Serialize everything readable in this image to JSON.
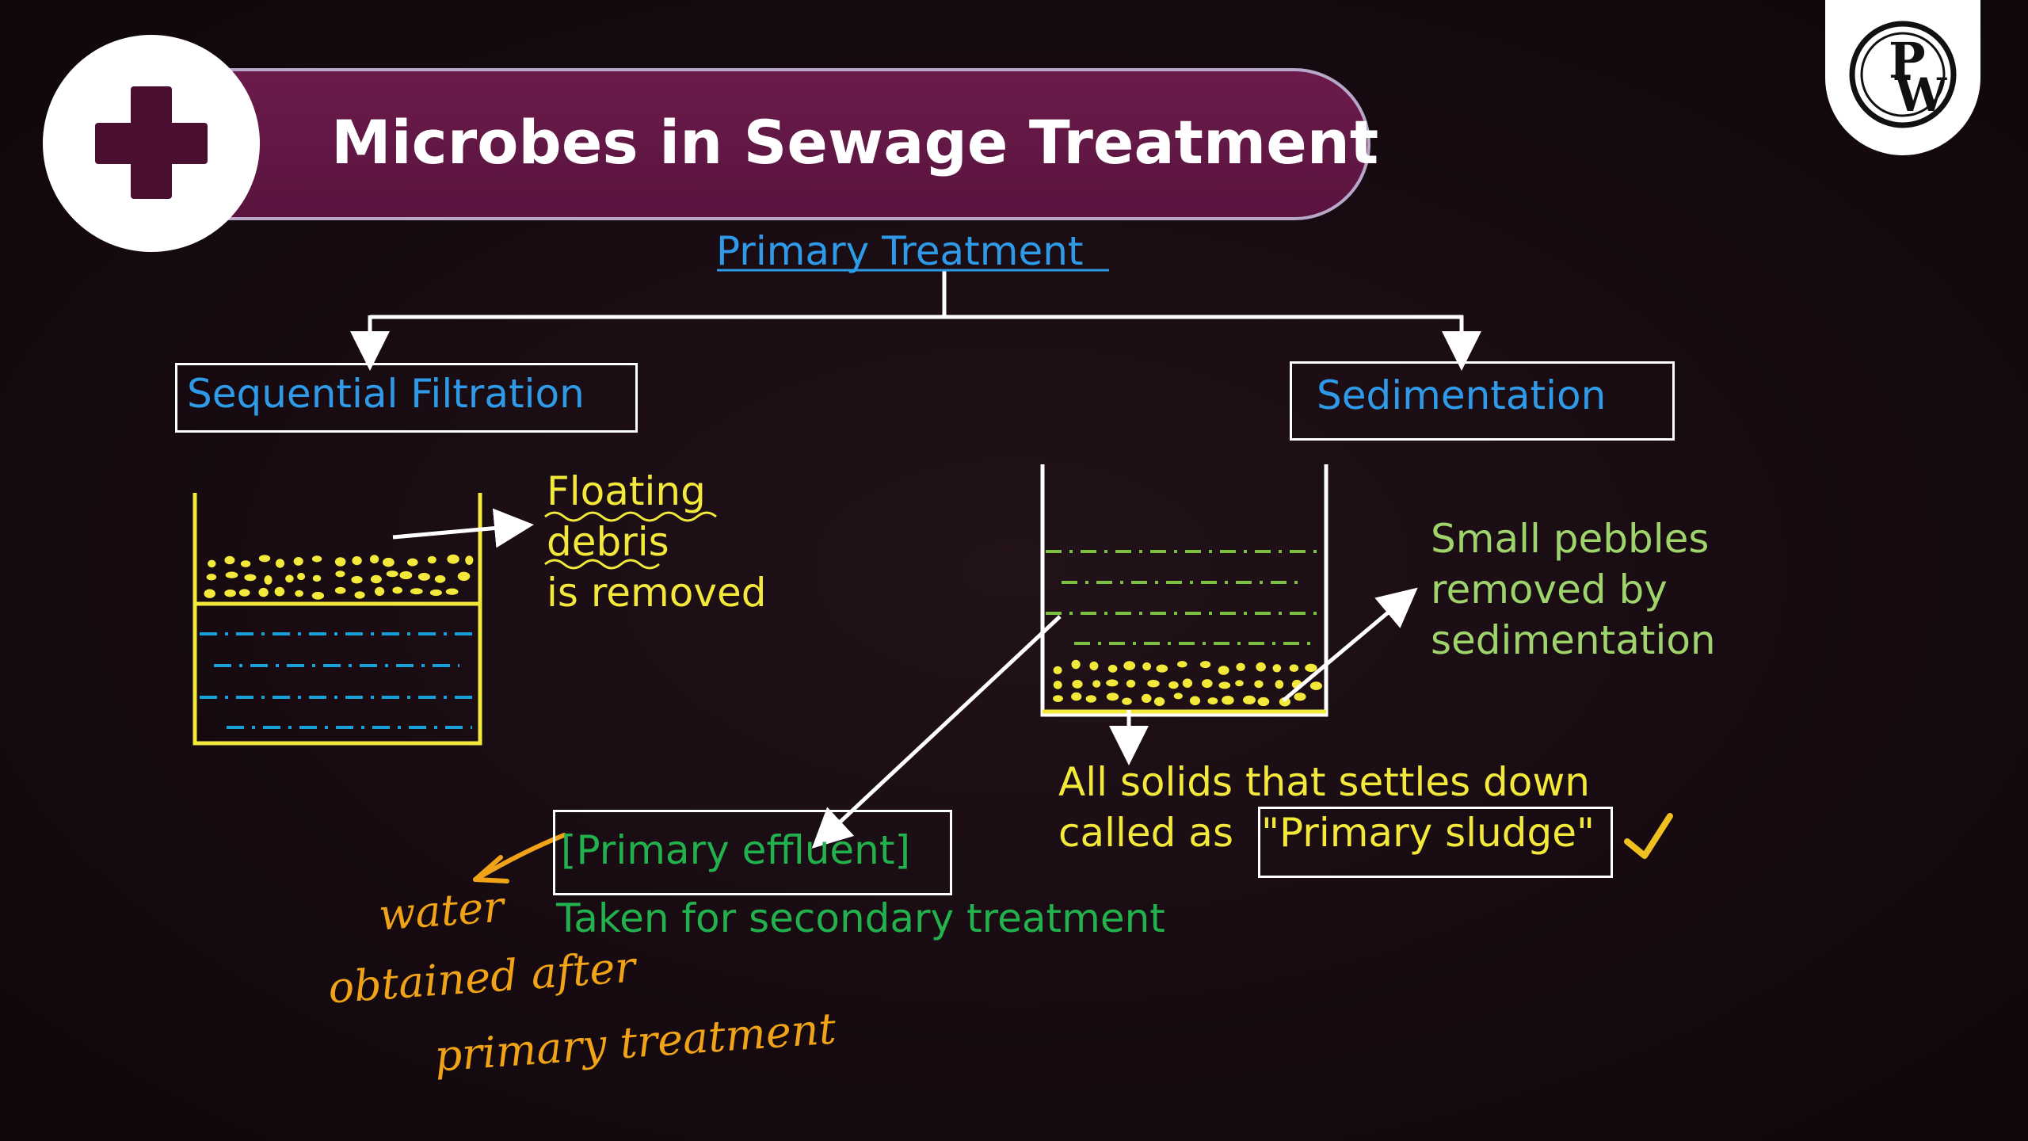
{
  "title": "Microbes in Sewage Treatment",
  "diagram": {
    "root": "Primary Treatment",
    "branches": {
      "left": "Sequential Filtration",
      "right": "Sedimentation"
    },
    "filtration_note": [
      "Floating",
      "debris",
      "is removed"
    ],
    "sedimentation_note": [
      "Small pebbles",
      "removed by",
      "sedimentation"
    ],
    "sludge_note_line1": "All solids that settles down",
    "sludge_note_prefix": "called as",
    "sludge_label": "\"Primary sludge\"",
    "effluent_label": "[Primary effluent]",
    "effluent_note": "Taken for secondary treatment"
  },
  "handwriting": {
    "line1": "water",
    "line2": "obtained after",
    "line3": "primary treatment"
  },
  "logo_letters": [
    "P",
    "W"
  ],
  "colors": {
    "background": "#170b11",
    "banner": "#5a143e",
    "blue_text": "#2f9be8",
    "yellow_text": "#f3e93a",
    "green_text": "#22b14c",
    "handwriting": "#f0a316"
  }
}
